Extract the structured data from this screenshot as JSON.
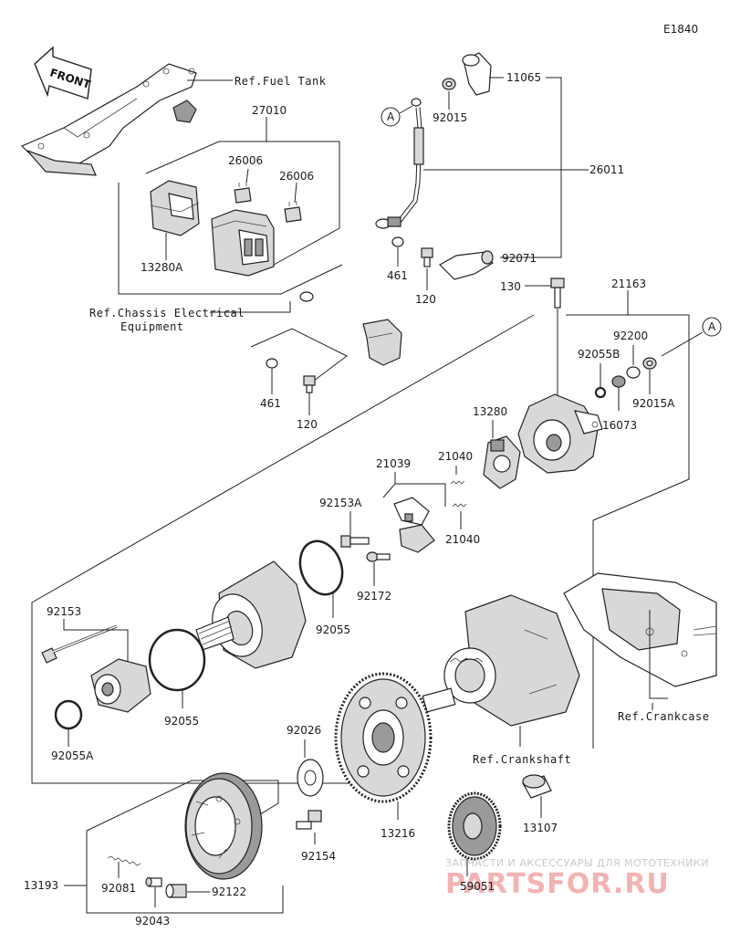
{
  "diagram_code": "E1840",
  "front_label": "FRONT",
  "refs": {
    "fuel_tank": "Ref.Fuel Tank",
    "chassis_line1": "Ref.Chassis Electrical",
    "chassis_line2": "Equipment",
    "crankcase": "Ref.Crankcase",
    "crankshaft": "Ref.Crankshaft"
  },
  "part_labels": {
    "p11065": "11065",
    "p92015": "92015",
    "p26011": "26011",
    "p92071": "92071",
    "p27010": "27010",
    "p26006a": "26006",
    "p26006b": "26006",
    "p13280A": "13280A",
    "p461a": "461",
    "p120a": "120",
    "p461b": "461",
    "p120b": "120",
    "p130": "130",
    "p21163": "21163",
    "p92200": "92200",
    "p92055B": "92055B",
    "p92015A": "92015A",
    "p16073": "16073",
    "p13280": "13280",
    "p21040a": "21040",
    "p21039": "21039",
    "p92153A": "92153A",
    "p21040b": "21040",
    "p92172": "92172",
    "p92055a": "92055",
    "p92153": "92153",
    "p92055b": "92055",
    "p92055A": "92055A",
    "p92026": "92026",
    "p13216": "13216",
    "p13107": "13107",
    "p92154": "92154",
    "p13193": "13193",
    "p92081": "92081",
    "p92122": "92122",
    "p92043": "92043",
    "p59051": "59051"
  },
  "callouts": {
    "a_top": "A",
    "a_right": "A"
  },
  "watermark": {
    "tagline": "ЗАПЧАСТИ И АКСЕССУАРЫ ДЛЯ МОТОТЕХНИКИ",
    "brand": "PARTSFOR.RU"
  }
}
